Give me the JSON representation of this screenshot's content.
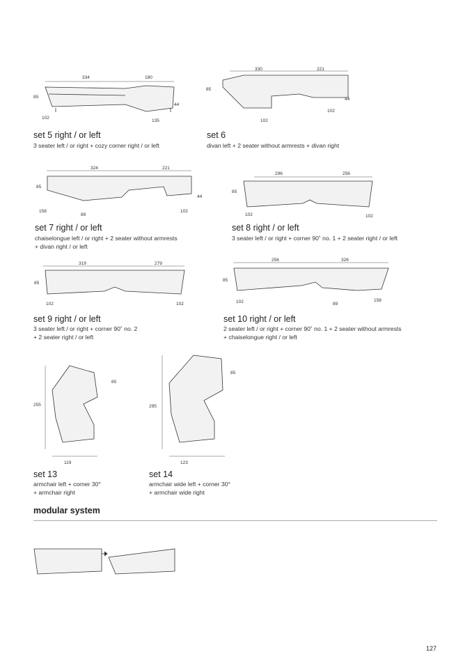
{
  "sets": [
    {
      "title": "set 5 right / or left",
      "desc": [
        "3 seater left / or right + cozy corner right / or left"
      ],
      "dims": [
        "334",
        "180",
        "85",
        "44",
        "102",
        "135"
      ]
    },
    {
      "title": "set 6",
      "desc": [
        "divan left  + 2 seater without armrests + divan right"
      ],
      "dims": [
        "330",
        "221",
        "85",
        "44",
        "102",
        "102"
      ]
    },
    {
      "title": "set 7 right / or left",
      "desc": [
        "chaiselongue left / or right + 2 seater without armrests",
        "+ divan right / or left"
      ],
      "dims": [
        "324",
        "221",
        "85",
        "44",
        "158",
        "89",
        "102"
      ]
    },
    {
      "title": "set 8 right / or left",
      "desc": [
        "3 seater left / or right + corner 90˚ no. 1 + 2 seater right / or left"
      ],
      "dims": [
        "296",
        "256",
        "85",
        "102",
        "102"
      ]
    },
    {
      "title": "set 9 right / or left",
      "desc": [
        "3 seater left / or right  + corner 90˚ no. 2",
        "+ 2 seater right / or left"
      ],
      "dims": [
        "319",
        "279",
        "85",
        "102",
        "102"
      ]
    },
    {
      "title": "set 10 right / or left",
      "desc": [
        "2 seater left  / or right + corner 90˚ no. 1 + 2 seater without armrests",
        "+ chaiselongue right / or left"
      ],
      "dims": [
        "256",
        "326",
        "85",
        "102",
        "89",
        "158"
      ]
    },
    {
      "title": "set 13",
      "desc": [
        "armchair left + corner 30°",
        "+ armchair right"
      ],
      "dims": [
        "85",
        "255",
        "119"
      ]
    },
    {
      "title": "set 14",
      "desc": [
        "armchair wide left + corner 30°",
        "+ armchair wide right"
      ],
      "dims": [
        "85",
        "295",
        "123"
      ]
    }
  ],
  "section_title": "modular system",
  "page_number": "127"
}
